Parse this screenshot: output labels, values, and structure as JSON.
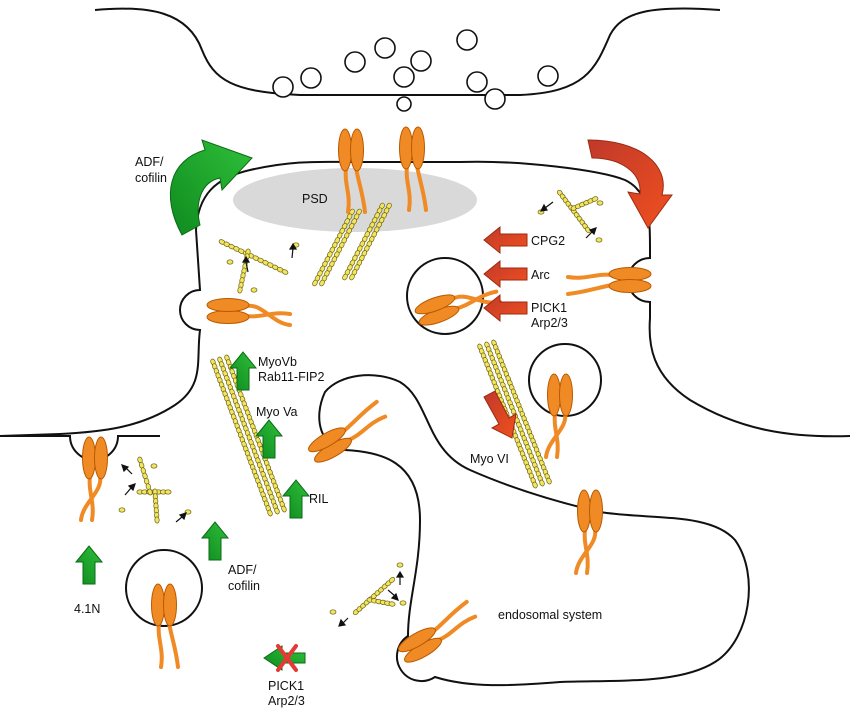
{
  "labels": {
    "psd": "PSD",
    "adf_top_1": "ADF/",
    "adf_top_2": "cofilin",
    "cpg2": "CPG2",
    "arc": "Arc",
    "pick1_right_1": "PICK1",
    "pick1_right_2": "Arp2/3",
    "myovb": "MyoVb",
    "rab11": "Rab11-FIP2",
    "myova": "Myo Va",
    "myovi": "Myo VI",
    "ril": "RIL",
    "adf_bottom_1": "ADF/",
    "adf_bottom_2": "cofilin",
    "n41": "4.1N",
    "endosomal": "endosomal system",
    "pick1_bottom_1": "PICK1",
    "pick1_bottom_2": "Arp2/3"
  },
  "colors": {
    "membrane": "#111111",
    "receptor": "#f08a24",
    "receptor_outline": "#b85a00",
    "actin": "#f3e65a",
    "actin_outline": "#6b6220",
    "psd": "#d9d9d9",
    "green_arrow": "#1faa2a",
    "red_arrow": "#e8401c",
    "cross": "#e53935"
  },
  "icons": {
    "inhibition": "red-cross-icon",
    "insertion": "green-arrow-icon",
    "removal": "red-arrow-icon"
  }
}
